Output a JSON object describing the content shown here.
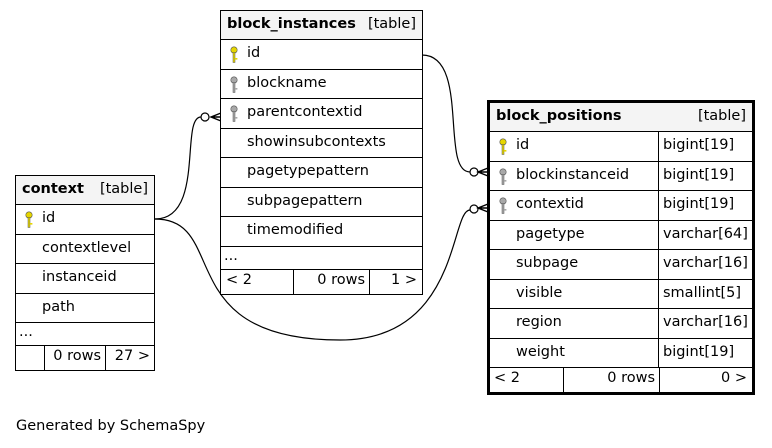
{
  "footer_note": "Generated by SchemaSpy",
  "tables": {
    "block_instances": {
      "name": "block_instances",
      "kind": "[table]",
      "columns": [
        {
          "name": "id",
          "key": "primary"
        },
        {
          "name": "blockname",
          "key": "index"
        },
        {
          "name": "parentcontextid",
          "key": "index"
        },
        {
          "name": "showinsubcontexts",
          "key": "none"
        },
        {
          "name": "pagetypepattern",
          "key": "none"
        },
        {
          "name": "subpagepattern",
          "key": "none"
        },
        {
          "name": "timemodified",
          "key": "none"
        }
      ],
      "ellipsis": "...",
      "nav": {
        "prev": "< 2",
        "rows": "0 rows",
        "next": "1 >"
      }
    },
    "block_positions": {
      "name": "block_positions",
      "kind": "[table]",
      "columns": [
        {
          "name": "id",
          "type": "bigint[19]",
          "key": "primary"
        },
        {
          "name": "blockinstanceid",
          "type": "bigint[19]",
          "key": "index"
        },
        {
          "name": "contextid",
          "type": "bigint[19]",
          "key": "index"
        },
        {
          "name": "pagetype",
          "type": "varchar[64]",
          "key": "none"
        },
        {
          "name": "subpage",
          "type": "varchar[16]",
          "key": "none"
        },
        {
          "name": "visible",
          "type": "smallint[5]",
          "key": "none"
        },
        {
          "name": "region",
          "type": "varchar[16]",
          "key": "none"
        },
        {
          "name": "weight",
          "type": "bigint[19]",
          "key": "none"
        }
      ],
      "nav": {
        "prev": "< 2",
        "rows": "0 rows",
        "next": "0 >"
      }
    },
    "context": {
      "name": "context",
      "kind": "[table]",
      "columns": [
        {
          "name": "id",
          "key": "primary"
        },
        {
          "name": "contextlevel",
          "key": "none"
        },
        {
          "name": "instanceid",
          "key": "none"
        },
        {
          "name": "path",
          "key": "none"
        }
      ],
      "ellipsis": "...",
      "nav": {
        "prev": "",
        "rows": "0 rows",
        "next": "27 >"
      }
    }
  },
  "colors": {
    "primary_key": "#e6d600",
    "index_key": "#a8a8a8",
    "header_bg": "#f4f4f4"
  }
}
